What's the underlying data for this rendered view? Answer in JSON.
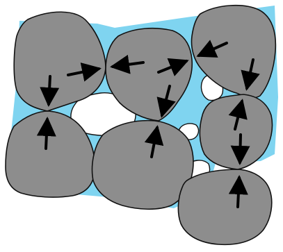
{
  "diagram": {
    "grains": [
      "grain-top-left",
      "grain-top-middle",
      "grain-top-right",
      "grain-middle-right",
      "grain-bottom-left",
      "grain-bottom-middle",
      "grain-bottom-right"
    ],
    "pores": [
      "pore-center-left",
      "pore-right-upper",
      "pore-right-middle",
      "pore-right-lower"
    ],
    "contacts": [
      "contact-1",
      "contact-2",
      "contact-3",
      "contact-4",
      "contact-5",
      "contact-6"
    ],
    "colors": {
      "background": "#ffffff",
      "grain_fill": "#8d8d8d",
      "grain_stroke": "#111111",
      "cement_fill": "#7fd4f0",
      "arrow": "#000000"
    }
  }
}
